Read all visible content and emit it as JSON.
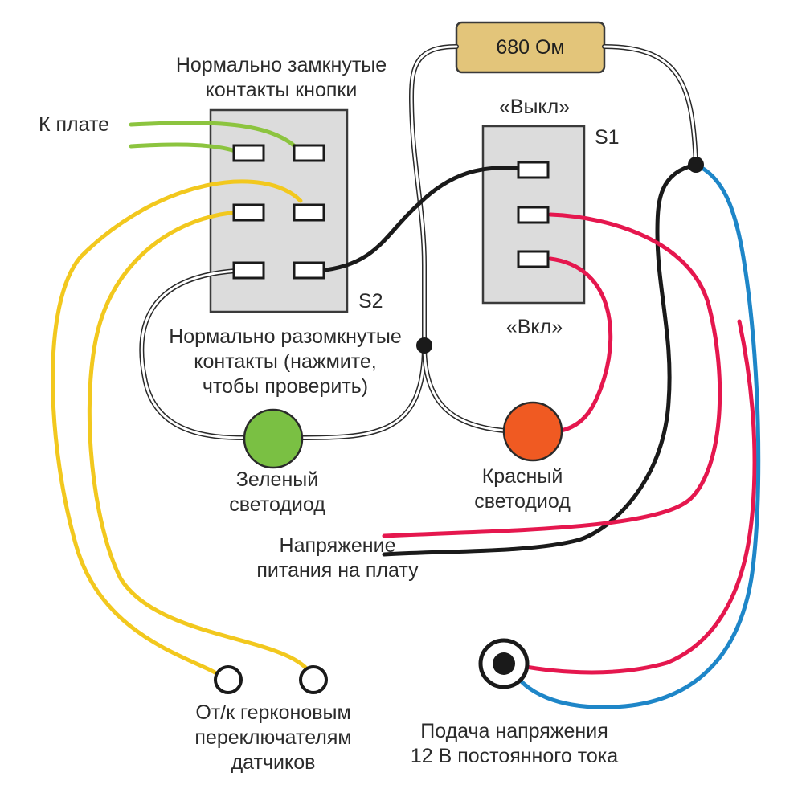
{
  "labels": {
    "nc_contacts": [
      "Нормально замкнутые",
      "контакты кнопки"
    ],
    "to_board": "К плате",
    "off": "«Выкл»",
    "s1": "S1",
    "s2": "S2",
    "on": "«Вкл»",
    "no_contacts": [
      "Нормально разомкнутые",
      "контакты (нажмите,",
      "чтобы проверить)"
    ],
    "green_led": [
      "Зеленый",
      "светодиод"
    ],
    "red_led": [
      "Красный",
      "светодиод"
    ],
    "board_power": [
      "Напряжение",
      "питания на плату"
    ],
    "reed_switches": [
      "От/к герконовым",
      "переключателям",
      "датчиков"
    ],
    "supply": [
      "Подача напряжения",
      "12 В постоянного тока"
    ]
  },
  "resistor": {
    "label": "680 Ом"
  },
  "colors": {
    "green_wire": "#8cc43f",
    "yellow_wire": "#f2c81e",
    "red_wire": "#e5174e",
    "blue_wire": "#1e86c8",
    "black_wire": "#1a1a1a",
    "switch_body": "#dcdcdc",
    "resistor_body": "#e3c57a",
    "green_led": "#7ac043",
    "red_led": "#f05a22"
  }
}
